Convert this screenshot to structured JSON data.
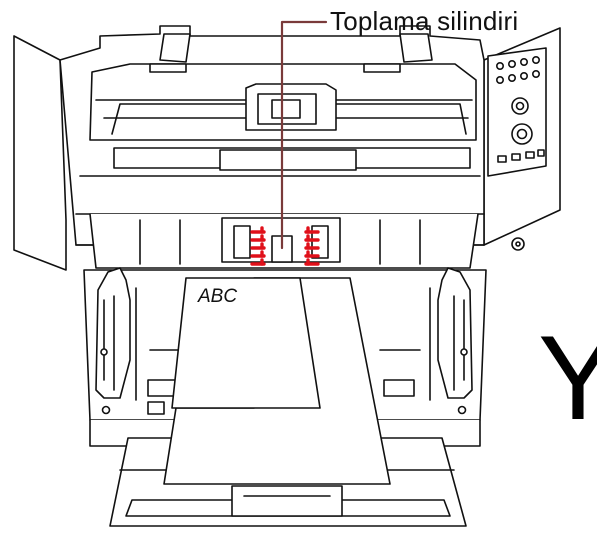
{
  "callout": {
    "label": "Toplama silindiri",
    "line_color": "#7a3a3a"
  },
  "document": {
    "text": "ABC"
  },
  "marker": {
    "letter": "Y"
  },
  "colors": {
    "outline": "#111111",
    "fill": "#ffffff",
    "highlight": "#e0101a"
  }
}
